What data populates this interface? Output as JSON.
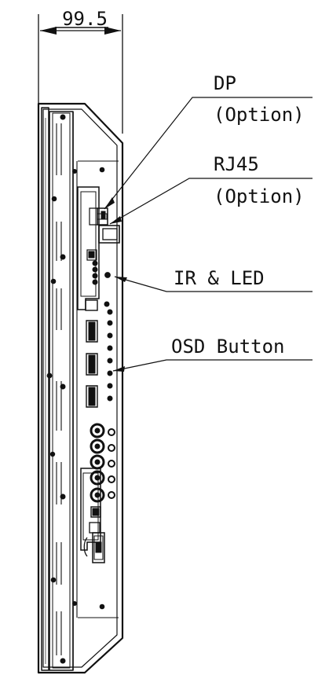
{
  "dimension": {
    "value": "99.5"
  },
  "callouts": {
    "dp": {
      "label": "DP",
      "note": "(Option)"
    },
    "rj45": {
      "label": "RJ45",
      "note": "(Option)"
    },
    "ir_led": {
      "label": "IR & LED"
    },
    "osd_button": {
      "label": "OSD Button"
    }
  },
  "colors": {
    "line": "#111111",
    "background": "#ffffff"
  }
}
